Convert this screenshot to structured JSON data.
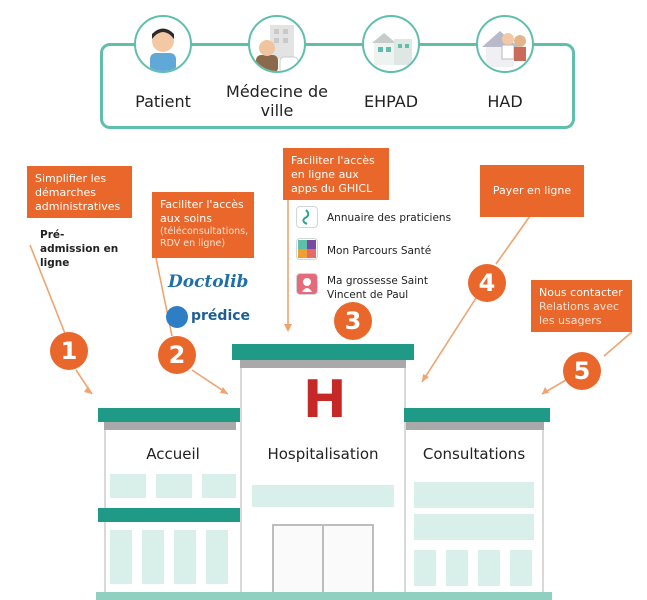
{
  "actors": [
    {
      "label": "Patient",
      "icon": "patient-avatar-icon"
    },
    {
      "label": "Médecine de ville",
      "icon": "city-doctor-icon"
    },
    {
      "label": "EHPAD",
      "icon": "nursing-home-icon"
    },
    {
      "label": "HAD",
      "icon": "home-hospitalization-icon"
    }
  ],
  "steps": [
    {
      "number": "1",
      "title": "Simplifier les démarches administratives",
      "note": "Pré-admission en ligne"
    },
    {
      "number": "2",
      "title": "Faciliter l'accès aux soins",
      "subtitle": "(téléconsultations, RDV en ligne)",
      "logos": [
        "Doctolib",
        "prédice"
      ]
    },
    {
      "number": "3",
      "title": "Faciliter l'accès en ligne aux apps du GHICL",
      "apps": [
        "Annuaire des praticiens",
        "Mon Parcours Santé",
        "Ma grossesse Saint Vincent de Paul"
      ]
    },
    {
      "number": "4",
      "title": "Payer en ligne"
    },
    {
      "number": "5",
      "title": "Nous contacter",
      "subtitle": "Relations avec les usagers"
    }
  ],
  "building": {
    "sign": "H",
    "sections": [
      "Accueil",
      "Hospitalisation",
      "Consultations"
    ]
  },
  "colors": {
    "teal": "#1f9a86",
    "mint": "#5fbfab",
    "orange": "#e9672b",
    "hospital_red": "#c62828"
  }
}
